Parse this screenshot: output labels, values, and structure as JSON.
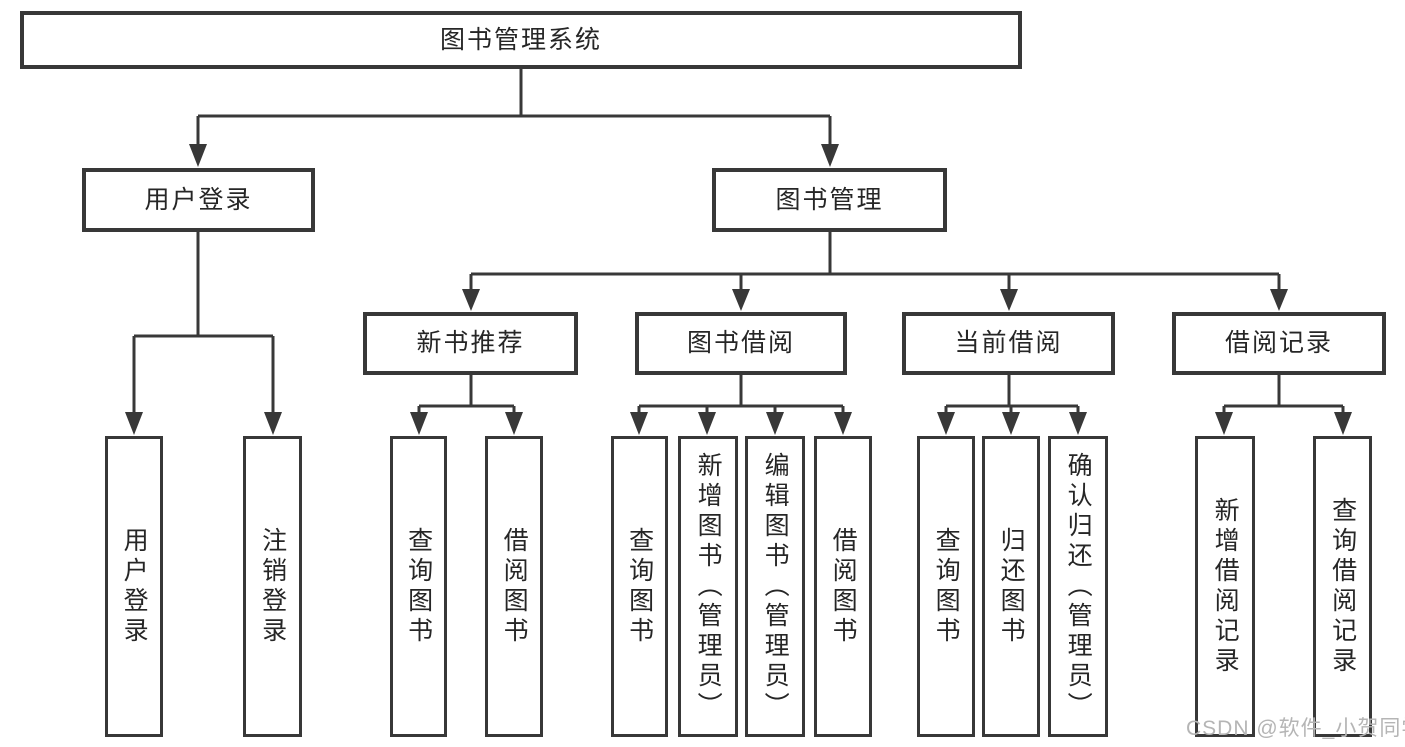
{
  "tree": {
    "label": "图书管理系统",
    "children": [
      {
        "label": "用户登录",
        "children": [
          {
            "label": "用户登录"
          },
          {
            "label": "注销登录"
          }
        ]
      },
      {
        "label": "图书管理",
        "children": [
          {
            "label": "新书推荐",
            "children": [
              {
                "label": "查询图书"
              },
              {
                "label": "借阅图书"
              }
            ]
          },
          {
            "label": "图书借阅",
            "children": [
              {
                "label": "查询图书"
              },
              {
                "label": "新增图书（管理员）"
              },
              {
                "label": "编辑图书（管理员）"
              },
              {
                "label": "借阅图书"
              }
            ]
          },
          {
            "label": "当前借阅",
            "children": [
              {
                "label": "查询图书"
              },
              {
                "label": "归还图书"
              },
              {
                "label": "确认归还（管理员）"
              }
            ]
          },
          {
            "label": "借阅记录",
            "children": [
              {
                "label": "新增借阅记录"
              },
              {
                "label": "查询借阅记录"
              }
            ]
          }
        ]
      }
    ]
  },
  "watermark": "CSDN @软件_小贺同学",
  "colors": {
    "line": "#383838",
    "text": "#262626",
    "watermark": "#b5b5b5",
    "background": "#ffffff"
  }
}
